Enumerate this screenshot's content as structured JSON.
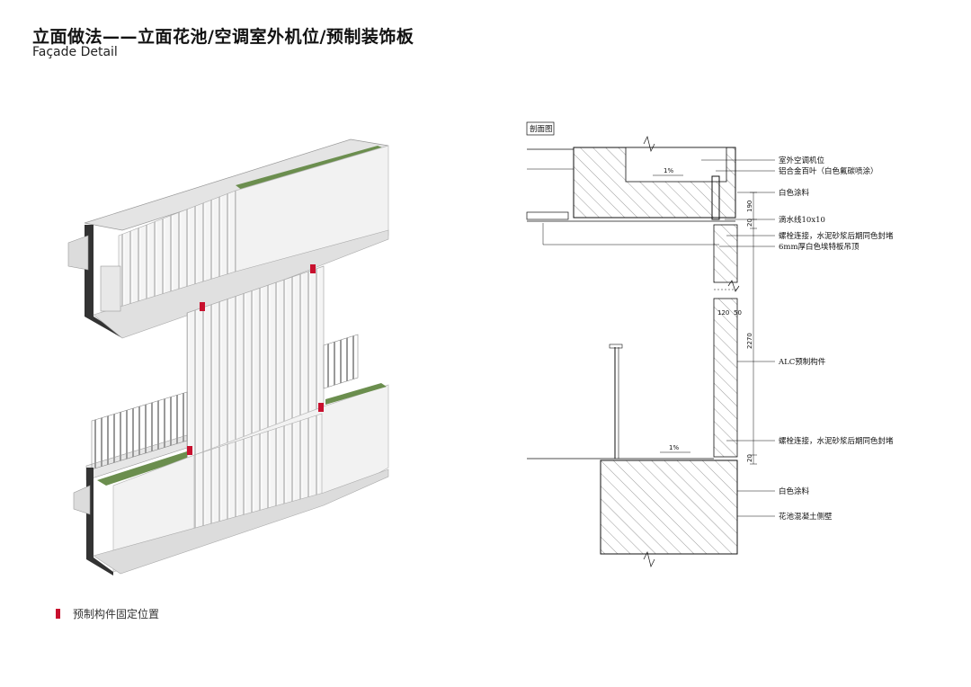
{
  "header": {
    "title": "立面做法——立面花池/空调室外机位/预制装饰板",
    "subtitle": "Façade Detail"
  },
  "legend": {
    "label": "预制构件固定位置",
    "color": "#c8102e"
  },
  "section": {
    "tag": "剖面图",
    "annotations": {
      "ac_position": "室外空调机位",
      "louver": "铝合金百叶（白色氟碳喷涂）",
      "white_paint_1": "白色涂料",
      "drip_line": "滴水线10x10",
      "bolt_joint_1": "螺栓连接，水泥砂浆后期同色封堵",
      "ceiling": "6mm厚白色埃特板吊顶",
      "alc": "ALC预制构件",
      "bolt_joint_2": "螺栓连接，水泥砂浆后期同色封堵",
      "white_paint_2": "白色涂料",
      "planter": "花池混凝土侧壁"
    },
    "dimensions": {
      "d190": "190",
      "d20a": "20",
      "d120": "120",
      "d50": "50",
      "d2270": "2270",
      "d20b": "20"
    },
    "slope_a": "1%",
    "slope_b": "1%"
  },
  "colors": {
    "accent_red": "#c8102e",
    "planter_green": "#6b8e4e",
    "structure_dark": "#333333",
    "panel_light": "#eeeeee"
  }
}
